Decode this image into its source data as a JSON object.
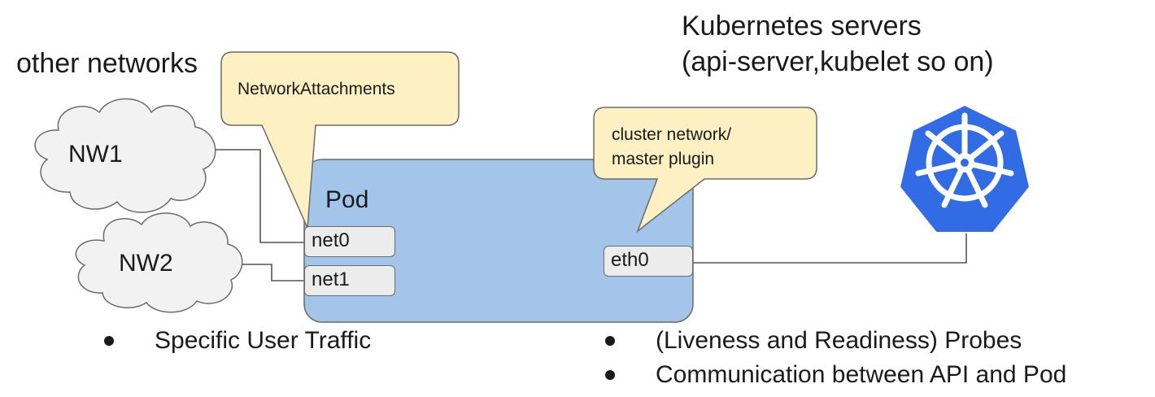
{
  "labels": {
    "other_networks": "other networks",
    "k8s_servers_line1": "Kubernetes servers",
    "k8s_servers_line2": "(api-server,kubelet so on)",
    "pod": "Pod"
  },
  "clouds": [
    {
      "id": "nw1",
      "label": "NW1"
    },
    {
      "id": "nw2",
      "label": "NW2"
    }
  ],
  "callouts": {
    "network_attachments": "NetworkAttachments",
    "cluster_network_line1": "cluster network/",
    "cluster_network_line2": "master plugin"
  },
  "interfaces": {
    "net0": "net0",
    "net1": "net1",
    "eth0": "eth0"
  },
  "bullets_left": [
    "Specific User Traffic"
  ],
  "bullets_right": [
    "(Liveness and Readiness) Probes",
    "Communication between API and Pod"
  ],
  "colors": {
    "pod_fill": "#a3c5e9",
    "pod_stroke": "#6b6b6b",
    "callout_fill": "#fdf0c2",
    "cloud_fill": "#f2f2f2",
    "k8s_blue": "#326ce5",
    "line": "#555555"
  },
  "icons": {
    "kubernetes": "kubernetes-helm-logo-icon"
  }
}
